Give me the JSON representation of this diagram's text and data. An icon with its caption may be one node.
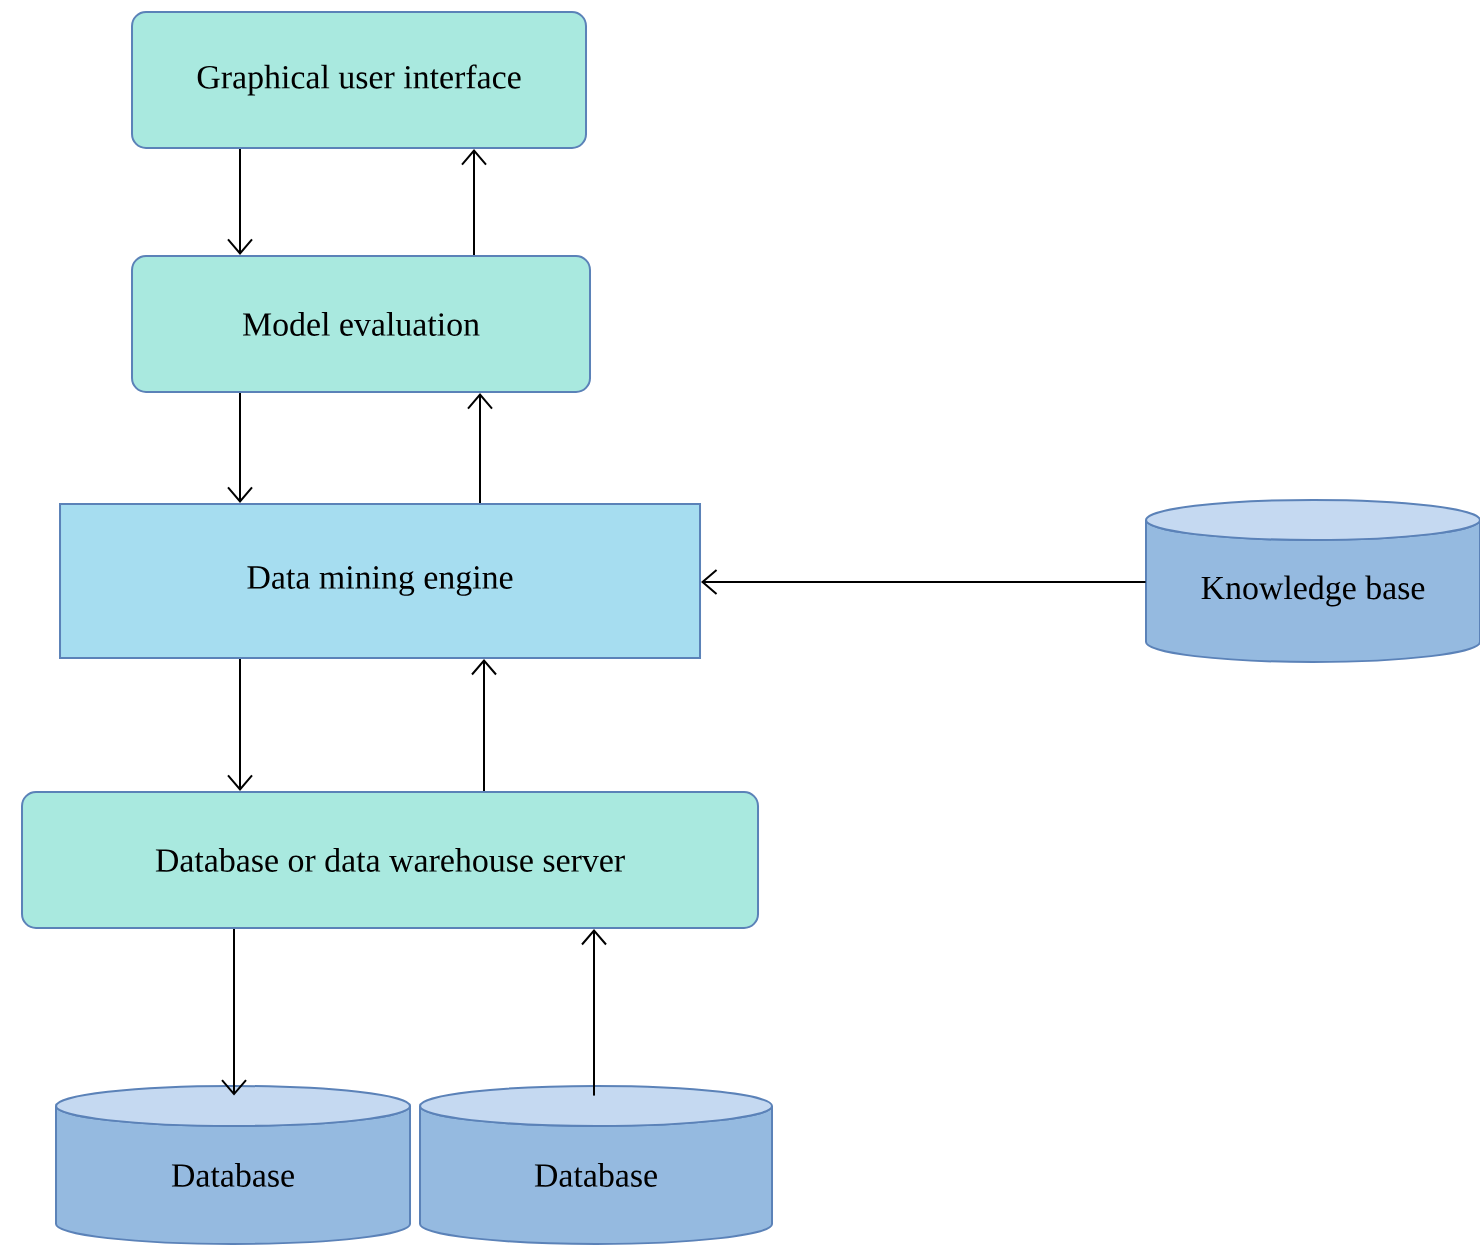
{
  "diagram": {
    "nodes": [
      {
        "text": [
          "Graphical user interface"
        ]
      },
      {
        "text": [
          "Model evaluation"
        ]
      },
      {
        "text": [
          "Data mining engine"
        ]
      },
      {
        "text": [
          "Knowledge base"
        ]
      },
      {
        "text": [
          "Database or data warehouse server"
        ]
      },
      {
        "text": [
          "Database"
        ]
      },
      {
        "text": [
          "Database"
        ]
      }
    ],
    "edges": [
      {
        "from": 0,
        "to": 1,
        "arrow": "to"
      },
      {
        "from": 1,
        "to": 0,
        "arrow": "to"
      },
      {
        "from": 1,
        "to": 2,
        "arrow": "to"
      },
      {
        "from": 2,
        "to": 1,
        "arrow": "to"
      },
      {
        "from": 3,
        "to": 2,
        "arrow": "to"
      },
      {
        "from": 2,
        "to": 4,
        "arrow": "to"
      },
      {
        "from": 4,
        "to": 2,
        "arrow": "to"
      },
      {
        "from": 4,
        "to": 5,
        "arrow": "to"
      },
      {
        "from": 6,
        "to": 4,
        "arrow": "to"
      }
    ]
  }
}
